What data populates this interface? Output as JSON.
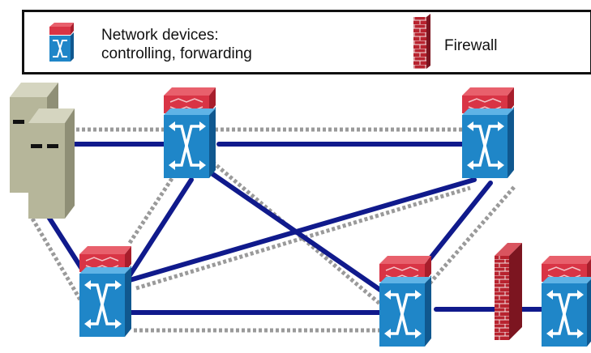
{
  "legend": {
    "devices_line1": "Network devices:",
    "devices_line2": "controlling, forwarding",
    "firewall": "Firewall"
  },
  "colors": {
    "control_link": "#101a8c",
    "data_link": "#9a9a9a",
    "switch_front": "#1f86c8",
    "switch_top": "#d93445",
    "firewall_brick": "#b8232f",
    "server": "#b6b69a"
  },
  "icons": [
    "switch-icon",
    "firewall-icon",
    "server-icon"
  ]
}
